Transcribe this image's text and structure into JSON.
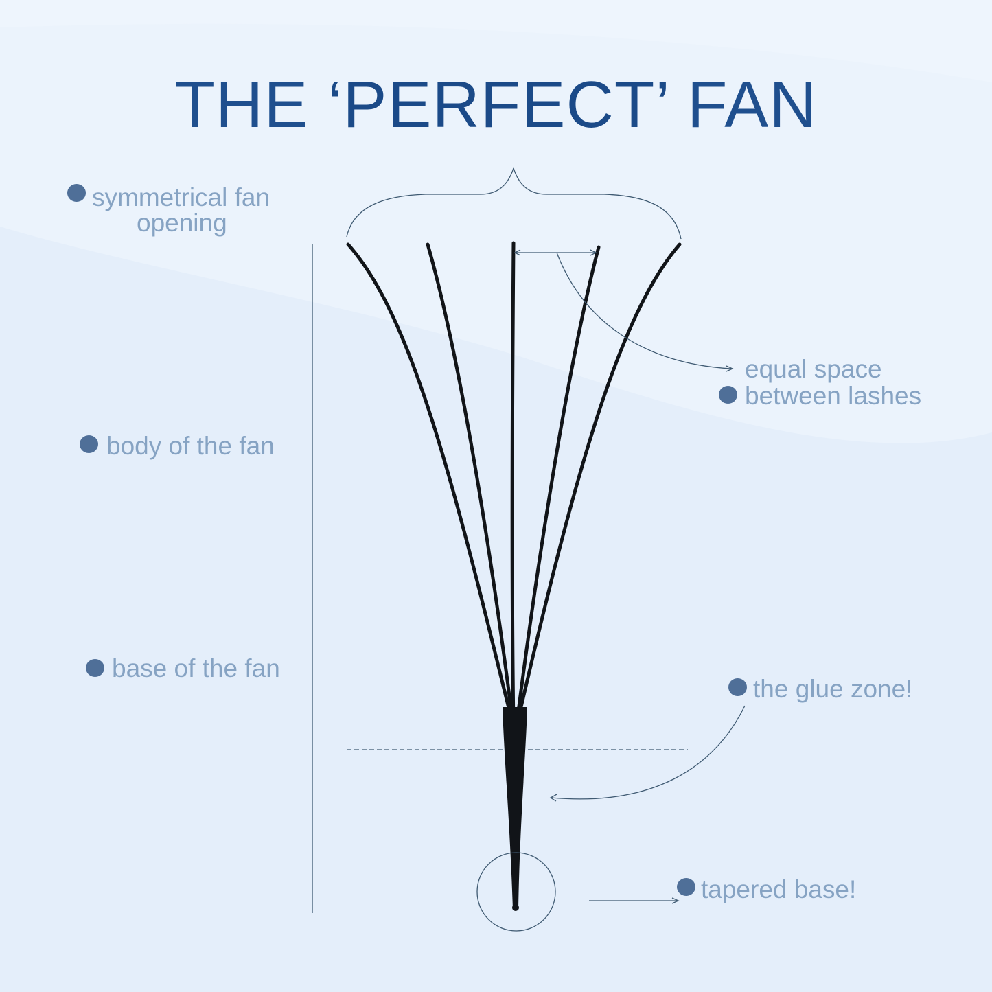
{
  "title": {
    "prefix": "THE ",
    "emphasis": "‘PERFECT’",
    "suffix": " FAN"
  },
  "labels": {
    "symmetrical_line1": "symmetrical fan",
    "symmetrical_line2": "opening",
    "body": "body of the fan",
    "base": "base of the fan",
    "equal_line1": "equal space",
    "equal_line2": "between lashes",
    "glue_zone": "the glue zone!",
    "tapered": "tapered base!"
  },
  "colors": {
    "background": "#e3eefa",
    "title": "#1f4f8e",
    "label_text": "#86a3c3",
    "bullet": "#4f6f98",
    "lash": "#111418",
    "annotation_line": "#3f5a72"
  }
}
